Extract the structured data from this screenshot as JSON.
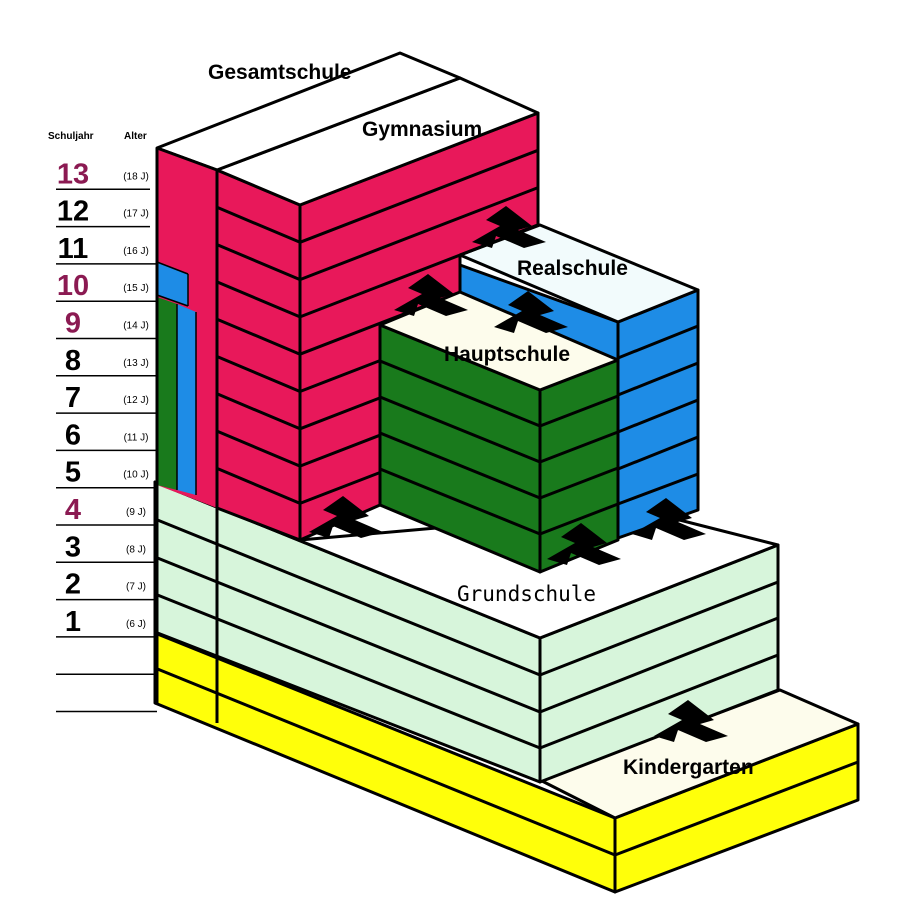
{
  "headers": {
    "year": "Schuljahr",
    "age": "Alter"
  },
  "grades": [
    {
      "year": "13",
      "age": "(18 J)",
      "highlight": true
    },
    {
      "year": "12",
      "age": "(17 J)",
      "highlight": false
    },
    {
      "year": "11",
      "age": "(16 J)",
      "highlight": false
    },
    {
      "year": "10",
      "age": "(15 J)",
      "highlight": true
    },
    {
      "year": "9",
      "age": "(14 J)",
      "highlight": true
    },
    {
      "year": "8",
      "age": "(13 J)",
      "highlight": false
    },
    {
      "year": "7",
      "age": "(12 J)",
      "highlight": false
    },
    {
      "year": "6",
      "age": "(11 J)",
      "highlight": false
    },
    {
      "year": "5",
      "age": "(10 J)",
      "highlight": false
    },
    {
      "year": "4",
      "age": "(9 J)",
      "highlight": true
    },
    {
      "year": "3",
      "age": "(8 J)",
      "highlight": false
    },
    {
      "year": "2",
      "age": "(7 J)",
      "highlight": false
    },
    {
      "year": "1",
      "age": "(6 J)",
      "highlight": false
    }
  ],
  "schools": {
    "gesamtschule": "Gesamtschule",
    "gymnasium": "Gymnasium",
    "realschule": "Realschule",
    "hauptschule": "Hauptschule",
    "grundschule": "Grundschule",
    "kindergarten": "Kindergarten"
  },
  "colors": {
    "gymnasium": "#e8185a",
    "realschule": "#1e8ce6",
    "hauptschule": "#197a1c",
    "grundschule": "#d7f5db",
    "kindergarten": "#ffff0a",
    "top_face": "#fdfcec",
    "highlight_number": "#8b1a52",
    "number": "#000000"
  },
  "arrows": [
    "kindergarten-to-grundschule",
    "grundschule-to-gymnasium",
    "grundschule-to-hauptschule",
    "grundschule-to-realschule",
    "hauptschule-to-realschule",
    "hauptschule-to-gymnasium",
    "realschule-to-gymnasium"
  ]
}
